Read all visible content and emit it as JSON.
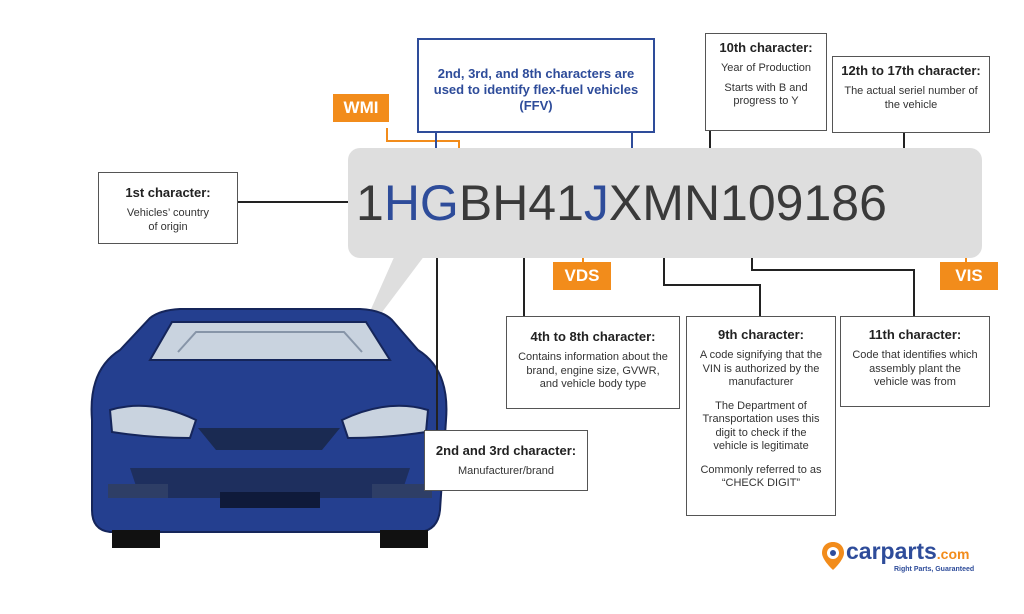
{
  "vin": [
    "1",
    "H",
    "G",
    "B",
    "H",
    "4",
    "1",
    "J",
    "X",
    "M",
    "N",
    "1",
    "0",
    "9",
    "1",
    "8",
    "6"
  ],
  "tags": {
    "wmi": "WMI",
    "vds": "VDS",
    "vis": "VIS"
  },
  "ffv": "2nd, 3rd, and 8th characters are used to identify flex-fuel vehicles (FFV)",
  "boxes": {
    "first": {
      "title": "1st character:",
      "text": "Vehicles’ country\nof origin"
    },
    "tenth": {
      "title": "10th character:",
      "text": "Year of Production",
      "text2": "Starts with B and\nprogress to Y"
    },
    "twelfth": {
      "title": "12th to 17th character:",
      "text": "The actual seriel number of\nthe vehicle"
    },
    "fourth": {
      "title": "4th to 8th character:",
      "text": "Contains information about the\nbrand, engine size, GVWR,\nand vehicle body type"
    },
    "ninth": {
      "title": "9th character:",
      "text": "A code signifying that the\nVIN is authorized by the\nmanufacturer",
      "text2": "The Department of\nTransportation uses this\ndigit to check if the\nvehicle is legitimate",
      "text3": "Commonly referred to as\n“CHECK DIGIT”"
    },
    "eleventh": {
      "title": "11th character:",
      "text": "Code that identifies which\nassembly plant the\nvehicle was from"
    },
    "second": {
      "title": "2nd and 3rd character:",
      "text": "Manufacturer/brand"
    }
  },
  "logo": {
    "name": "carparts",
    "suffix": ".com",
    "tagline": "Right Parts, Guaranteed"
  },
  "colors": {
    "orange": "#f28c1b",
    "blue": "#2e4c9a",
    "car": "#243f8f"
  }
}
